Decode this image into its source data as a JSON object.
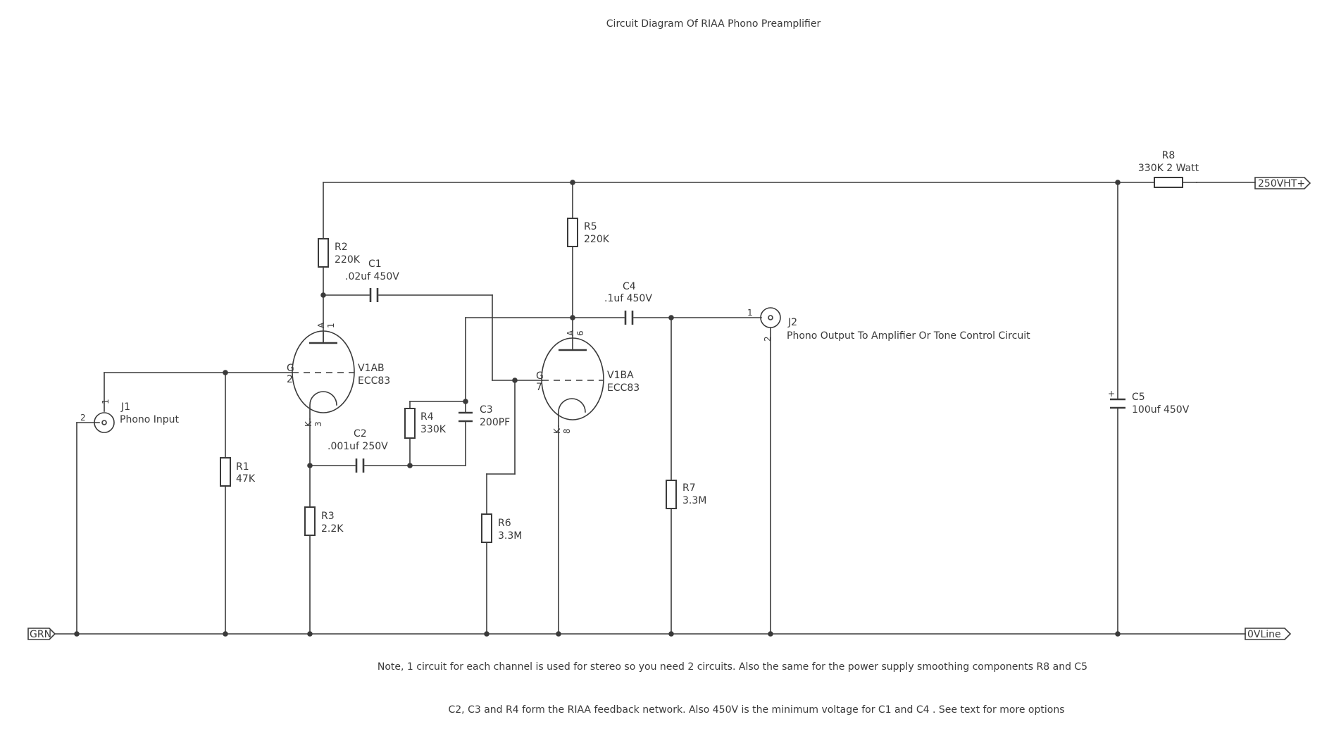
{
  "title": "Circuit Diagram Of RIAA Phono Preamplifier",
  "nets": {
    "hv": "250VHT+",
    "ground_left": "GRN",
    "ground_right": "0VLine"
  },
  "components": {
    "r1": {
      "ref": "R1",
      "value": "47K"
    },
    "r2": {
      "ref": "R2",
      "value": "220K"
    },
    "r3": {
      "ref": "R3",
      "value": "2.2K"
    },
    "r4": {
      "ref": "R4",
      "value": "330K"
    },
    "r5": {
      "ref": "R5",
      "value": "220K"
    },
    "r6": {
      "ref": "R6",
      "value": "3.3M"
    },
    "r7": {
      "ref": "R7",
      "value": "3.3M"
    },
    "r8": {
      "ref": "R8",
      "value": "330K 2 Watt"
    },
    "c1": {
      "ref": "C1",
      "value": ".02uf 450V"
    },
    "c2": {
      "ref": "C2",
      "value": ".001uf 250V"
    },
    "c3": {
      "ref": "C3",
      "value": "200PF"
    },
    "c4": {
      "ref": "C4",
      "value": ".1uf 450V"
    },
    "c5": {
      "ref": "C5",
      "value": "100uf 450V",
      "polarity": "+"
    },
    "v1a": {
      "ref": "V1AB",
      "value": "ECC83",
      "pins": {
        "anode": "A",
        "anode_num": "1",
        "grid": "G",
        "grid_num": "2",
        "cathode": "K",
        "cathode_num": "3"
      }
    },
    "v1b": {
      "ref": "V1BA",
      "value": "ECC83",
      "pins": {
        "anode": "A",
        "anode_num": "6",
        "grid": "G",
        "grid_num": "7",
        "cathode": "K",
        "cathode_num": "8"
      }
    },
    "j1": {
      "ref": "J1",
      "value": "Phono Input",
      "pin1": "1",
      "pin2": "2"
    },
    "j2": {
      "ref": "J2",
      "value": "Phono Output To Amplifier Or Tone Control Circuit",
      "pin1": "1",
      "pin2": "2"
    }
  },
  "notes": [
    "Note, 1 circuit for each channel is used for stereo so you need 2 circuits. Also the same for the power supply smoothing components R8 and C5",
    "C2, C3 and R4 form the RIAA feedback network. Also 450V is the minimum voltage for C1 and C4 . See text for more options"
  ]
}
